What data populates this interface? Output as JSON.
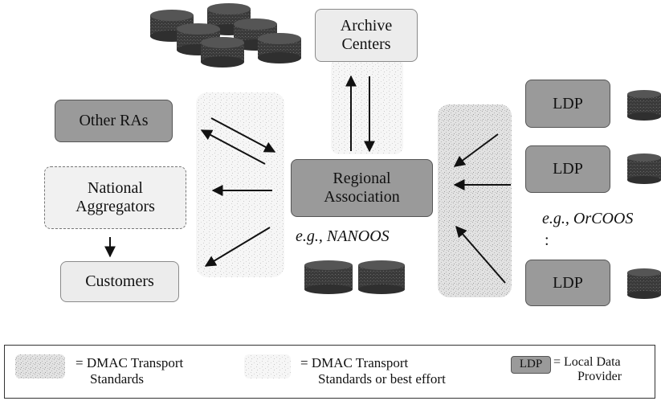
{
  "archive": {
    "line1": "Archive",
    "line2": "Centers"
  },
  "other_ras": "Other RAs",
  "national": {
    "line1": "National",
    "line2": "Aggregators"
  },
  "customers": "Customers",
  "regional": {
    "line1": "Regional",
    "line2": "Association"
  },
  "nanoos_label": "e.g., NANOOS",
  "orcoos_label": "e.g., OrCOOS",
  "ldp_label": "LDP",
  "vertical_ellipsis": ":",
  "legend": {
    "item1": {
      "line1": "= DMAC Transport",
      "line2": "Standards"
    },
    "item2": {
      "line1": "= DMAC Transport",
      "line2": "Standards or best effort"
    },
    "item3": {
      "badge": "LDP",
      "line1": "= Local Data",
      "line2": "Provider"
    }
  },
  "colors": {
    "dark_fill": "#9a9a9a",
    "light_fill": "#ececec",
    "speckle_band": "#d6d6d6",
    "database": "#2f2f2f"
  }
}
